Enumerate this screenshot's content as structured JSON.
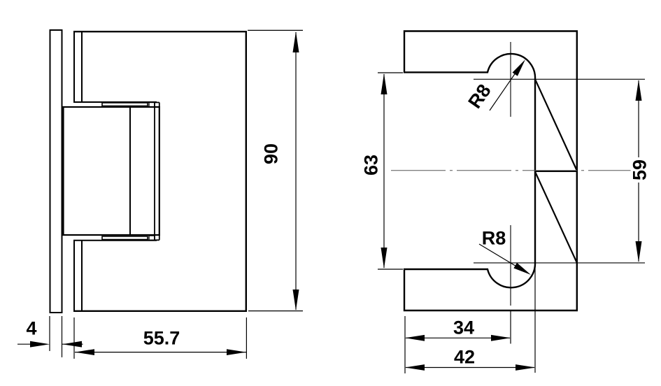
{
  "drawing": {
    "type": "technical-drawing",
    "description": "Two orthographic views of a glass door hinge wall plate",
    "colors": {
      "line": "#000000",
      "background": "#ffffff",
      "centerline": "#555555"
    },
    "dimensions": {
      "glass_thickness": "4",
      "body_depth": "55.7",
      "body_height": "90",
      "cutout_height": "63",
      "edge_height": "59",
      "center_offset": "34",
      "plate_width": "42",
      "fillet_radius_top": "R8",
      "fillet_radius_bottom": "R8"
    }
  }
}
